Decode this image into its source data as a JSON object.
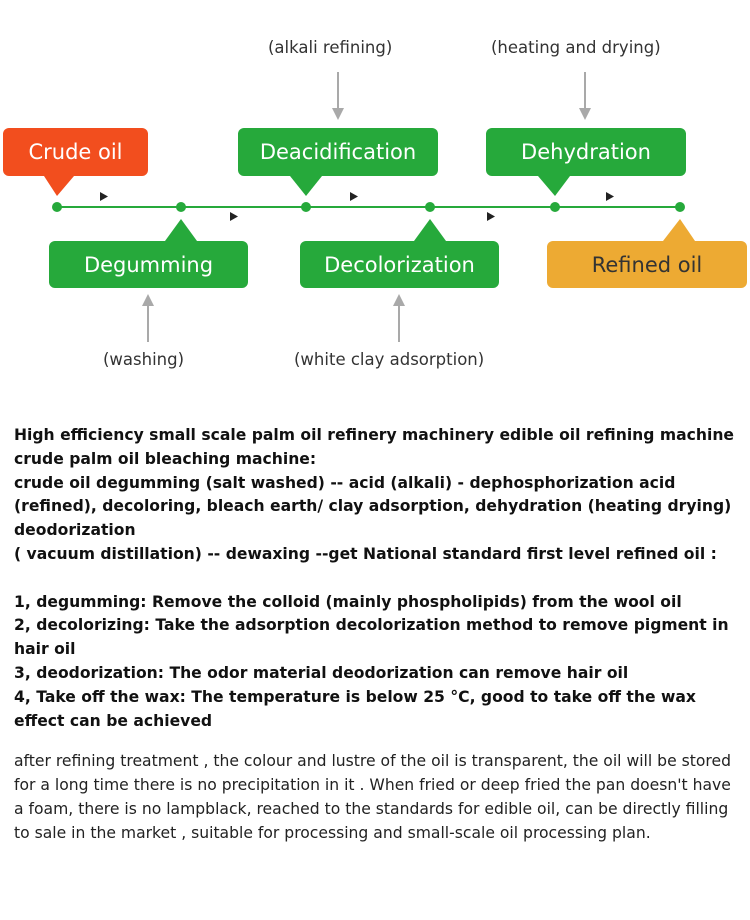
{
  "diagram": {
    "colors": {
      "green": "#26A93B",
      "red": "#F24E1E",
      "orange": "#EDAA33",
      "line": "#26A93B",
      "arrow": "#A9A9A9"
    },
    "steps": [
      {
        "label": "Crude oil",
        "color": "#F24E1E",
        "text_color": "#ffffff"
      },
      {
        "label": "Degumming",
        "color": "#26A93B",
        "text_color": "#ffffff"
      },
      {
        "label": "Deacidification",
        "color": "#26A93B",
        "text_color": "#ffffff"
      },
      {
        "label": "Decolorization",
        "color": "#26A93B",
        "text_color": "#ffffff"
      },
      {
        "label": "Dehydration",
        "color": "#26A93B",
        "text_color": "#ffffff"
      },
      {
        "label": "Refined oil",
        "color": "#EDAA33",
        "text_color": "#333333"
      }
    ],
    "notes": {
      "alkali": "(alkali refining)",
      "heating": "(heating and drying)",
      "washing": "(washing)",
      "clay": "(white clay adsorption)"
    }
  },
  "text": {
    "bold_paragraphs": [
      "High efficiency small scale palm oil refinery machinery edible oil refining machine crude palm oil bleaching machine:",
      "crude oil degumming (salt washed) -- acid (alkali) - dephosphorization acid (refined), decoloring, bleach earth/ clay adsorption, dehydration (heating drying) deodorization",
      "( vacuum distillation) -- dewaxing --get National standard first level refined oil :",
      "",
      "1, degumming: Remove the colloid (mainly phospholipids) from the wool oil",
      "2, decolorizing: Take the adsorption decolorization method to remove pigment in hair oil",
      "3, deodorization: The odor material  deodorization can remove hair oil",
      "4, Take off the wax: The temperature is below 25 °C, good to take off the wax effect can be achieved"
    ],
    "normal_paragraph": "after refining treatment , the colour and lustre of the oil is transparent, the oil will be stored for a long time there is no precipitation in it . When fried or deep fried the pan doesn't have a foam, there is no lampblack, reached to the standards for edible oil, can be directly filling to sale in the market , suitable for processing and small-scale oil processing plan."
  }
}
